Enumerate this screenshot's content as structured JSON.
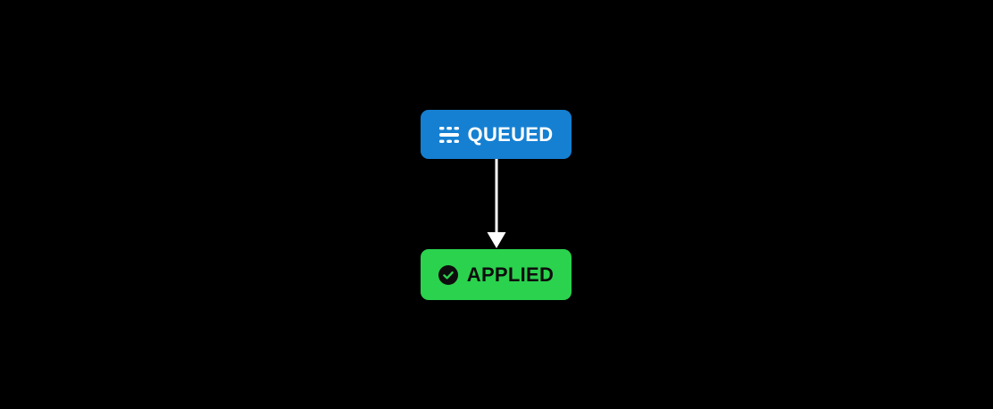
{
  "diagram": {
    "background_color": "#000000",
    "nodes": [
      {
        "id": "queued",
        "label": "QUEUED",
        "icon": "queue-icon",
        "background_color": "#1580d2",
        "text_color": "#ffffff"
      },
      {
        "id": "applied",
        "label": "APPLIED",
        "icon": "check-circle-icon",
        "background_color": "#2bd24e",
        "text_color": "#0d0d0d"
      }
    ],
    "edges": [
      {
        "from": "queued",
        "to": "applied",
        "direction": "down",
        "color": "#ffffff",
        "style": "solid-arrow"
      }
    ]
  }
}
